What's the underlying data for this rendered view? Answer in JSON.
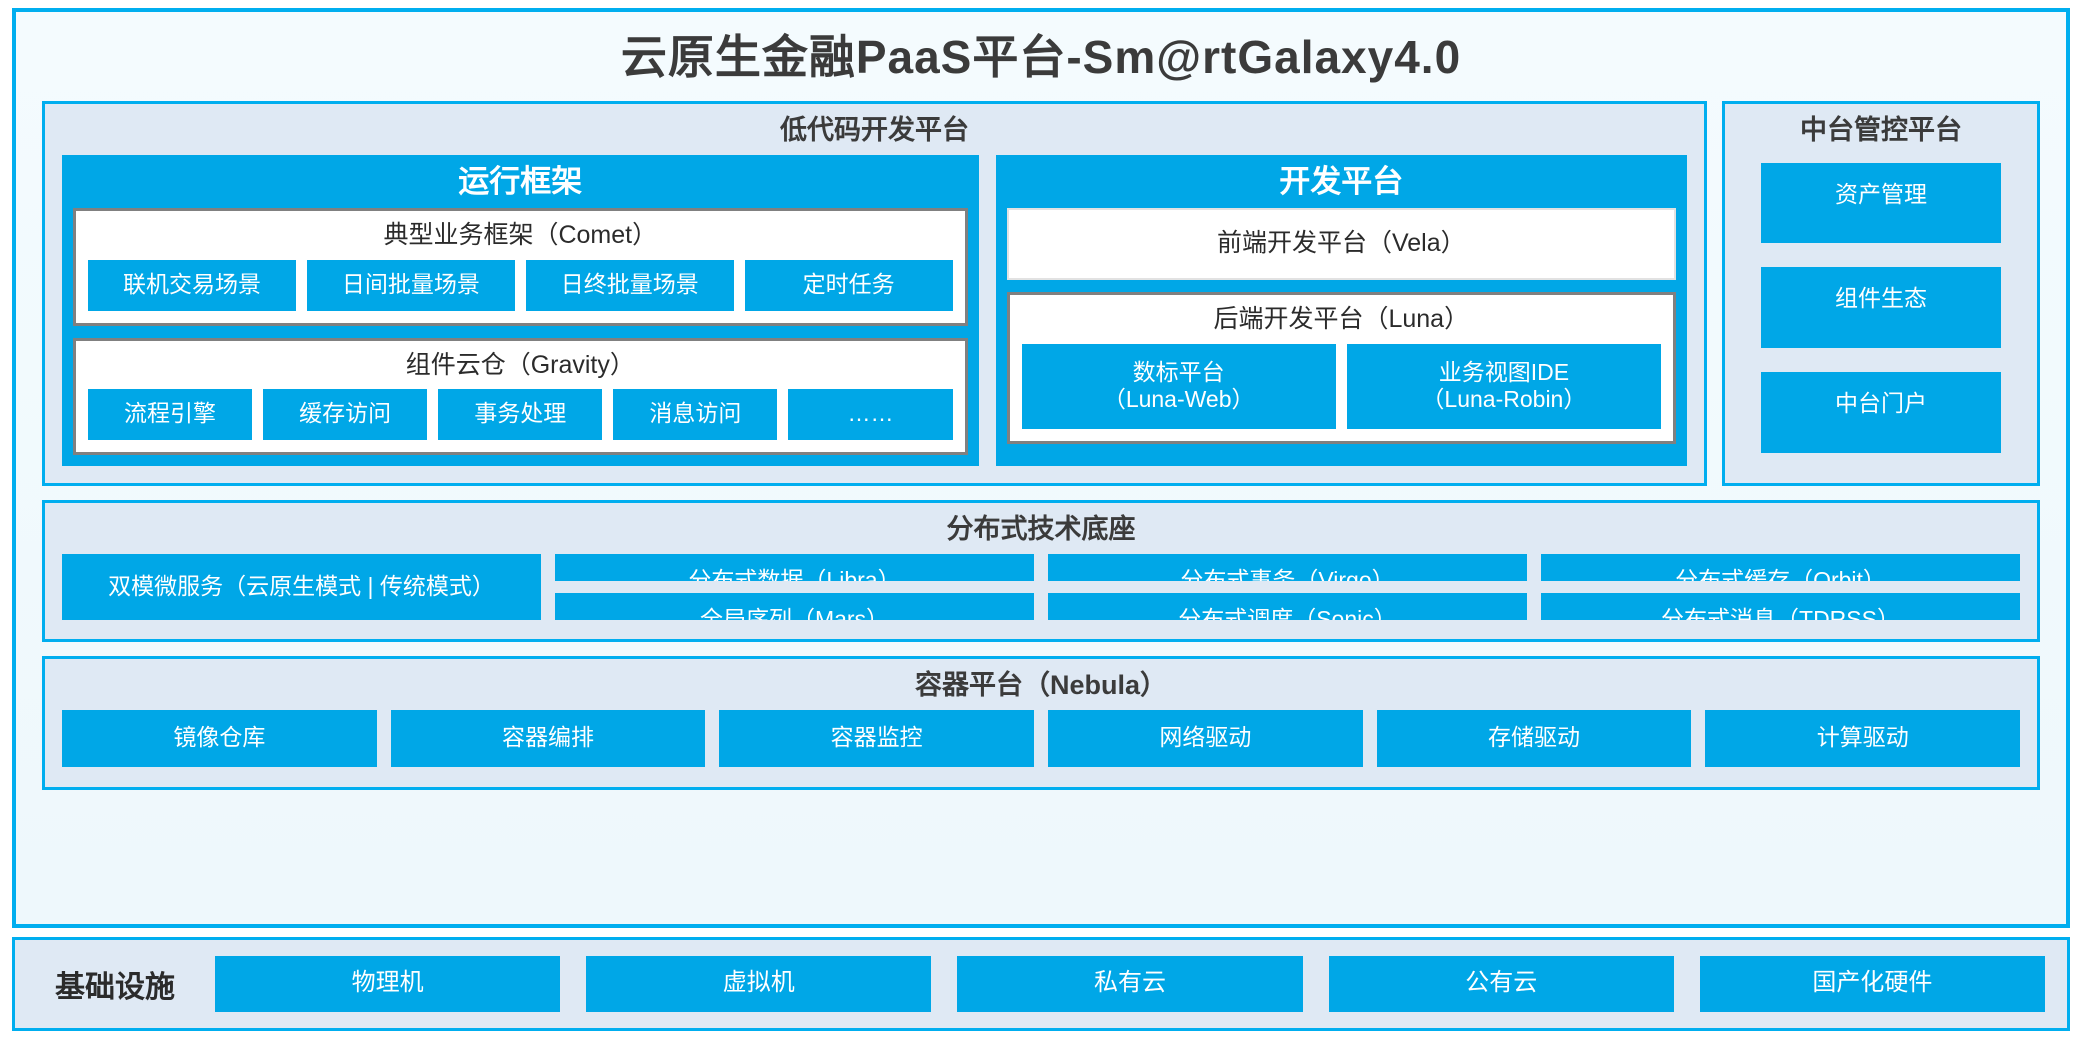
{
  "title": "云原生金融PaaS平台-Sm@rtGalaxy4.0",
  "colors": {
    "accent_blue": "#00AEEF",
    "chip_blue": "#00A7E7",
    "panel_bg": "#dfe9f4",
    "page_bg": "#f2fbfd",
    "panel_border_gray": "#808080",
    "text_dark": "#2b2b2b"
  },
  "lowcode": {
    "title": "低代码开发平台",
    "runtime": {
      "title": "运行框架",
      "comet": {
        "title": "典型业务框架（Comet）",
        "items": [
          "联机交易场景",
          "日间批量场景",
          "日终批量场景",
          "定时任务"
        ]
      },
      "gravity": {
        "title": "组件云仓（Gravity）",
        "items": [
          "流程引擎",
          "缓存访问",
          "事务处理",
          "消息访问",
          "……"
        ]
      }
    },
    "dev": {
      "title": "开发平台",
      "frontend": "前端开发平台（Vela）",
      "backend": {
        "title": "后端开发平台（Luna）",
        "items": [
          "数标平台\n（Luna-Web）",
          "业务视图IDE\n（Luna-Robin）"
        ]
      }
    }
  },
  "midplatform": {
    "title": "中台管控平台",
    "items": [
      "资产管理",
      "组件生态",
      "中台门户"
    ]
  },
  "distributed": {
    "title": "分布式技术底座",
    "microservice": "双模微服务\n（云原生模式 | 传统模式）",
    "columns": [
      [
        "分布式数据（Libra）",
        "全局序列（Mars）"
      ],
      [
        "分布式事务（Virgo）",
        "分布式调度（Sonic）"
      ],
      [
        "分布式缓存（Orbit）",
        "分布式消息（TDRSS）"
      ]
    ]
  },
  "container": {
    "title": "容器平台（Nebula）",
    "items": [
      "镜像仓库",
      "容器编排",
      "容器监控",
      "网络驱动",
      "存储驱动",
      "计算驱动"
    ]
  },
  "infrastructure": {
    "label": "基础设施",
    "items": [
      "物理机",
      "虚拟机",
      "私有云",
      "公有云",
      "国产化硬件"
    ]
  }
}
